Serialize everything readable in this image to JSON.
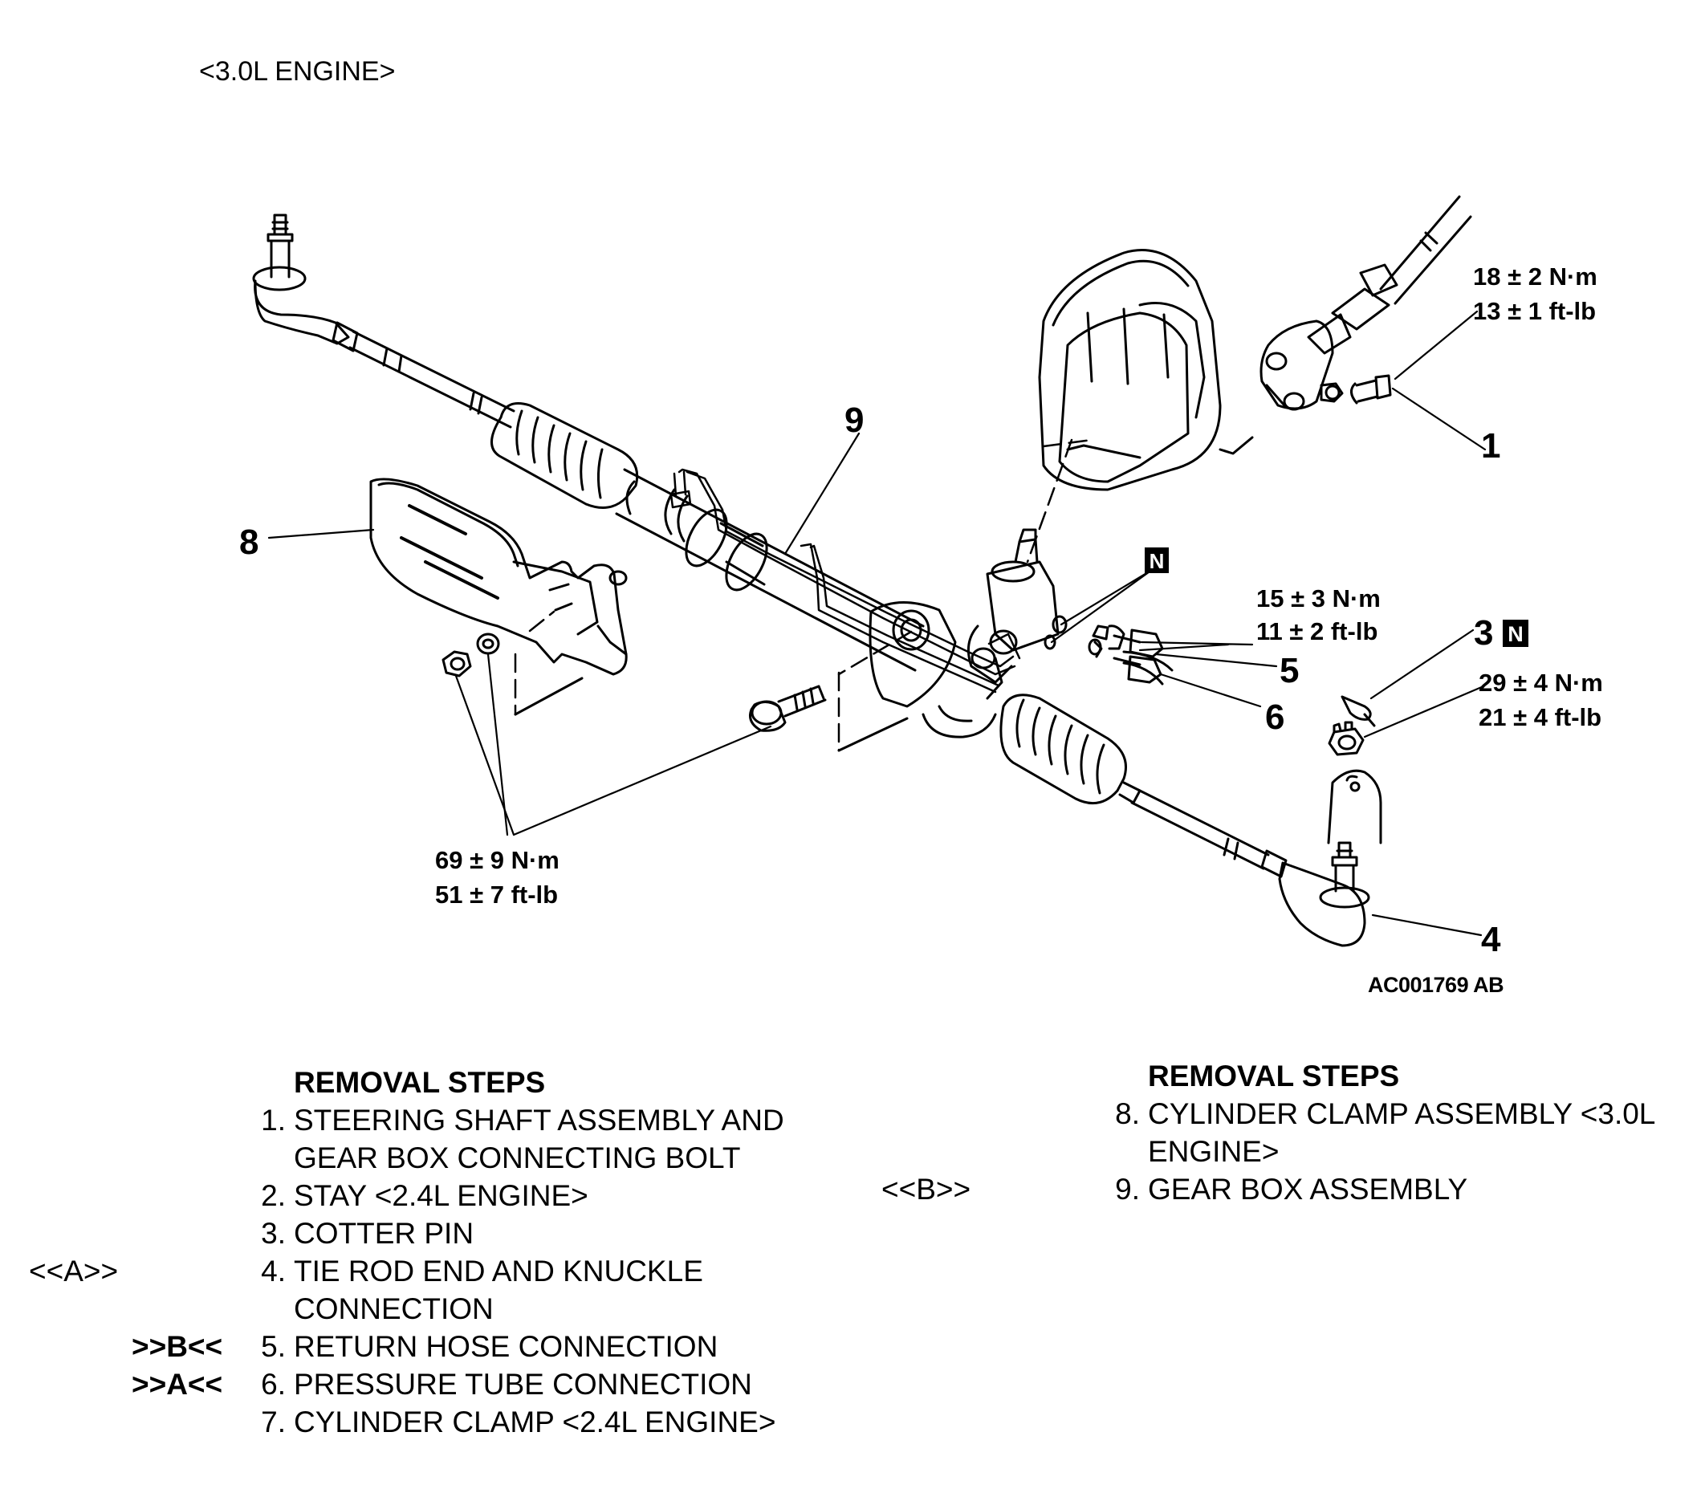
{
  "engine_label": "<3.0L ENGINE>",
  "figure_id": "AC001769 AB",
  "callouts": {
    "c1": "1",
    "c3": "3",
    "c4": "4",
    "c5": "5",
    "c6": "6",
    "c8": "8",
    "c9": "9",
    "n_mark": "N"
  },
  "torques": {
    "t1_nm": "18 ± 2 N·m",
    "t1_ftlb": "13 ± 1 ft-lb",
    "t2_nm": "15 ± 3 N·m",
    "t2_ftlb": "11 ± 2 ft-lb",
    "t3_nm": "29 ± 4 N·m",
    "t3_ftlb": "21 ± 4 ft-lb",
    "t4_nm": "69 ± 9 N·m",
    "t4_ftlb": "51 ± 7 ft-lb"
  },
  "removal_left": {
    "heading": "REMOVAL STEPS",
    "steps": [
      {
        "num": "1.",
        "text": "STEERING SHAFT ASSEMBLY AND",
        "text2": "GEAR BOX CONNECTING BOLT",
        "code": ""
      },
      {
        "num": "2.",
        "text": "STAY <2.4L ENGINE>",
        "code": ""
      },
      {
        "num": "3.",
        "text": "COTTER PIN",
        "code": ""
      },
      {
        "num": "4.",
        "text": "TIE ROD END AND KNUCKLE",
        "text2": "CONNECTION",
        "code": "<<A>>"
      },
      {
        "num": "5.",
        "text": "RETURN HOSE CONNECTION",
        "code": ">>B<<"
      },
      {
        "num": "6.",
        "text": "PRESSURE TUBE CONNECTION",
        "code": ">>A<<"
      },
      {
        "num": "7.",
        "text": "CYLINDER CLAMP <2.4L ENGINE>",
        "code": ""
      }
    ]
  },
  "removal_right": {
    "heading": "REMOVAL STEPS",
    "steps": [
      {
        "num": "8.",
        "text": "CYLINDER CLAMP ASSEMBLY <3.0L",
        "text2": "ENGINE>",
        "code": ""
      },
      {
        "num": "9.",
        "text": "GEAR BOX ASSEMBLY",
        "code": "<<B>>"
      }
    ]
  }
}
